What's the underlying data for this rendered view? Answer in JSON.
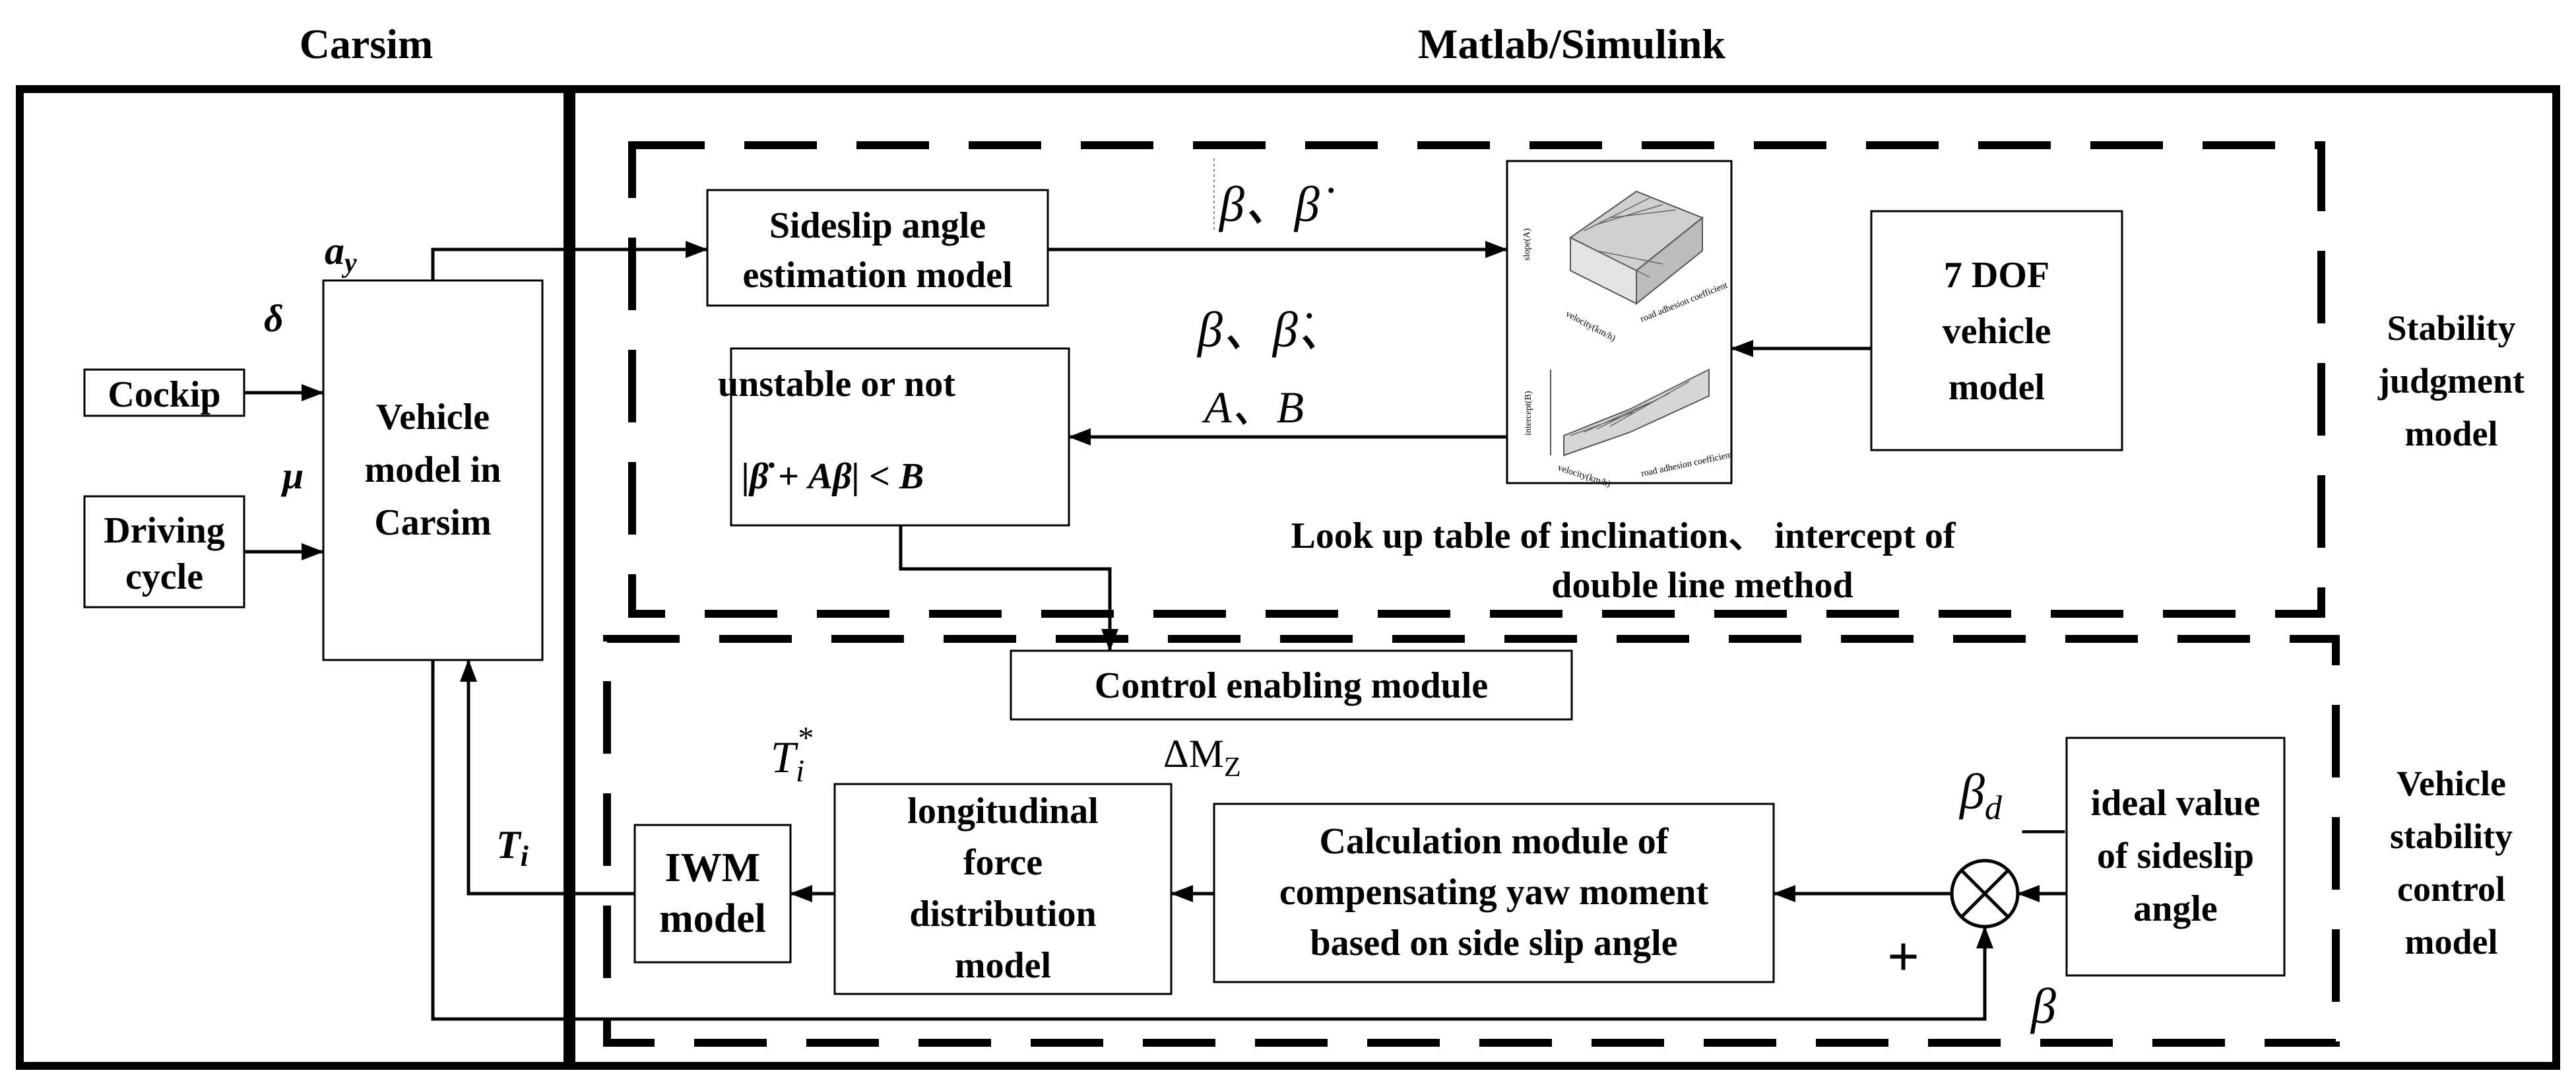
{
  "headers": {
    "left": "Carsim",
    "right": "Matlab/Simulink"
  },
  "blocks": {
    "cockip": "Cockip",
    "driving_cycle": [
      "Driving",
      "cycle"
    ],
    "vehicle_model": [
      "Vehicle",
      "model in",
      "Carsim"
    ],
    "sideslip_estimation": [
      "Sideslip angle",
      "estimation model"
    ],
    "unstable_check": {
      "title": "unstable or not",
      "inequality": "|β̇ + Aβ| < B"
    },
    "dof_model": [
      "7 DOF",
      "vehicle",
      "model"
    ],
    "control_enabling": "Control enabling module",
    "iwm_model": [
      "IWM",
      "model"
    ],
    "force_distribution": [
      "longitudinal",
      "force",
      "distribution",
      "model"
    ],
    "yaw_moment_calc": [
      "Calculation module of",
      "compensating yaw moment",
      "based on side slip angle"
    ],
    "ideal_sideslip": [
      "ideal value",
      "of sideslip",
      "angle"
    ]
  },
  "lookup": {
    "caption": [
      "Look up table of inclination、 intercept of",
      "double line method"
    ],
    "plot1_zlabel": "slope(A)",
    "plot1_xlabel": "velocity(km/h)",
    "plot1_ylabel": "road adhesion coefficient",
    "plot2_zlabel": "intercept(B)",
    "plot2_xlabel": "velocity(km/h)",
    "plot2_ylabel": "road adhesion coefficient"
  },
  "regions": {
    "stability_judgment": [
      "Stability",
      "judgment",
      "model"
    ],
    "stability_control": [
      "Vehicle",
      "stability",
      "control",
      "model"
    ]
  },
  "signals": {
    "ay": "a",
    "ay_sub": "y",
    "delta": "δ",
    "mu": "μ",
    "ti": "T",
    "ti_sub": "i",
    "beta_betadot_top": "β、β̇",
    "beta_betadot_mid": "β、β̇、",
    "a_b": "A、B",
    "ti_star": "T",
    "ti_star_sub": "i",
    "ti_star_sup": "*",
    "delta_mz": "ΔM",
    "delta_mz_sub": "Z",
    "beta_d": "β",
    "beta_d_sub": "d",
    "minus": "—",
    "plus": "+",
    "beta_bottom": "β"
  }
}
